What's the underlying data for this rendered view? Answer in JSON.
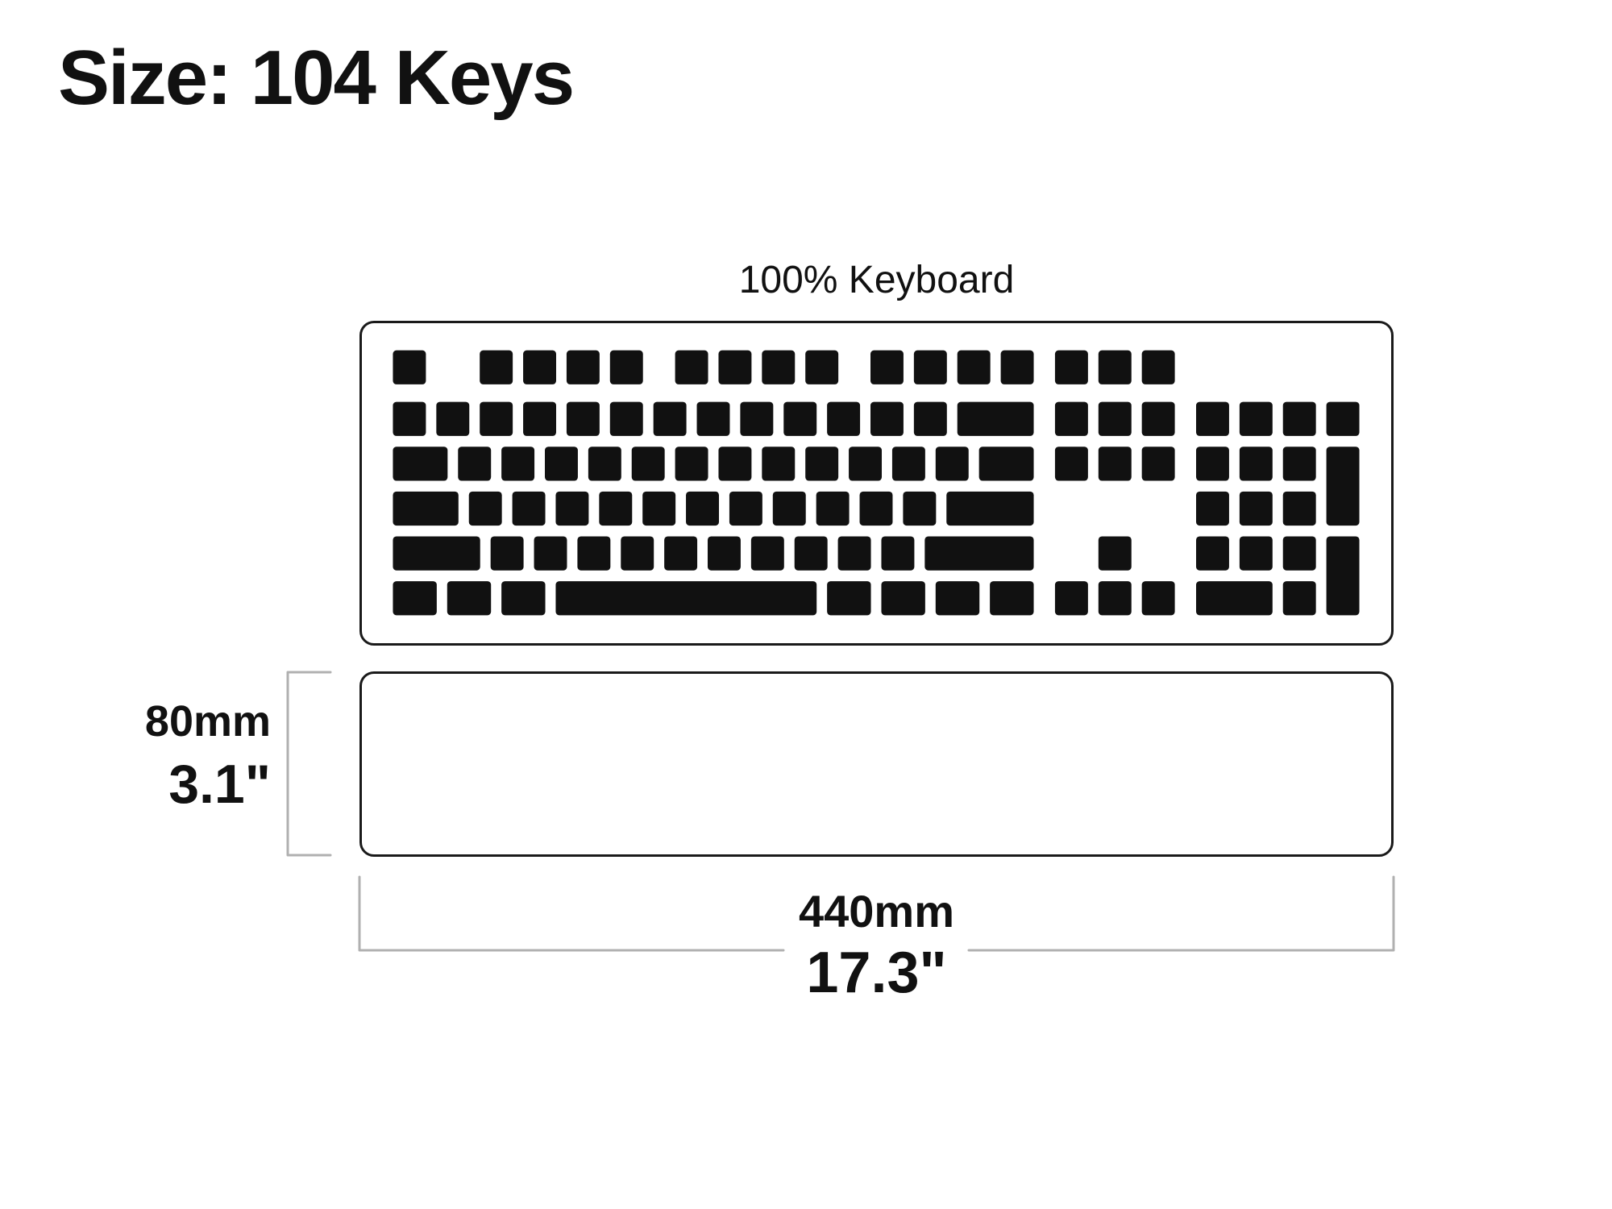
{
  "title": "Size: 104 Keys",
  "diagram": {
    "keyboard_label": "100% Keyboard",
    "keyboard_type": "100% full-size, 104 keys",
    "height": {
      "mm": "80mm",
      "inches": "3.1\""
    },
    "width": {
      "mm": "440mm",
      "inches": "17.3\""
    }
  },
  "colors": {
    "background": "#ffffff",
    "key_fill": "#111111",
    "case_border": "#1a1a1a",
    "bracket": "#b0b0b0",
    "text": "#111111"
  },
  "keyboard": {
    "total_units": 22.5,
    "total_row_units": 6.15,
    "key_inset": 0.12,
    "key_radius": 0.08,
    "rows": [
      {
        "y": 0,
        "keys": [
          [
            0,
            1
          ],
          [
            2,
            1
          ],
          [
            3,
            1
          ],
          [
            4,
            1
          ],
          [
            5,
            1
          ],
          [
            6.5,
            1
          ],
          [
            7.5,
            1
          ],
          [
            8.5,
            1
          ],
          [
            9.5,
            1
          ],
          [
            11,
            1
          ],
          [
            12,
            1
          ],
          [
            13,
            1
          ],
          [
            14,
            1
          ],
          [
            15.25,
            1
          ],
          [
            16.25,
            1
          ],
          [
            17.25,
            1
          ]
        ]
      },
      {
        "y": 1.15,
        "keys": [
          [
            0,
            1
          ],
          [
            1,
            1
          ],
          [
            2,
            1
          ],
          [
            3,
            1
          ],
          [
            4,
            1
          ],
          [
            5,
            1
          ],
          [
            6,
            1
          ],
          [
            7,
            1
          ],
          [
            8,
            1
          ],
          [
            9,
            1
          ],
          [
            10,
            1
          ],
          [
            11,
            1
          ],
          [
            12,
            1
          ],
          [
            13,
            2
          ],
          [
            15.25,
            1
          ],
          [
            16.25,
            1
          ],
          [
            17.25,
            1
          ],
          [
            18.5,
            1
          ],
          [
            19.5,
            1
          ],
          [
            20.5,
            1
          ],
          [
            21.5,
            1
          ]
        ]
      },
      {
        "y": 2.15,
        "keys": [
          [
            0,
            1.5
          ],
          [
            1.5,
            1
          ],
          [
            2.5,
            1
          ],
          [
            3.5,
            1
          ],
          [
            4.5,
            1
          ],
          [
            5.5,
            1
          ],
          [
            6.5,
            1
          ],
          [
            7.5,
            1
          ],
          [
            8.5,
            1
          ],
          [
            9.5,
            1
          ],
          [
            10.5,
            1
          ],
          [
            11.5,
            1
          ],
          [
            12.5,
            1
          ],
          [
            13.5,
            1.5
          ],
          [
            15.25,
            1
          ],
          [
            16.25,
            1
          ],
          [
            17.25,
            1
          ],
          [
            18.5,
            1
          ],
          [
            19.5,
            1
          ],
          [
            20.5,
            1
          ],
          [
            21.5,
            1,
            2
          ]
        ]
      },
      {
        "y": 3.15,
        "keys": [
          [
            0,
            1.75
          ],
          [
            1.75,
            1
          ],
          [
            2.75,
            1
          ],
          [
            3.75,
            1
          ],
          [
            4.75,
            1
          ],
          [
            5.75,
            1
          ],
          [
            6.75,
            1
          ],
          [
            7.75,
            1
          ],
          [
            8.75,
            1
          ],
          [
            9.75,
            1
          ],
          [
            10.75,
            1
          ],
          [
            11.75,
            1
          ],
          [
            12.75,
            2.25
          ],
          [
            18.5,
            1
          ],
          [
            19.5,
            1
          ],
          [
            20.5,
            1
          ]
        ]
      },
      {
        "y": 4.15,
        "keys": [
          [
            0,
            2.25
          ],
          [
            2.25,
            1
          ],
          [
            3.25,
            1
          ],
          [
            4.25,
            1
          ],
          [
            5.25,
            1
          ],
          [
            6.25,
            1
          ],
          [
            7.25,
            1
          ],
          [
            8.25,
            1
          ],
          [
            9.25,
            1
          ],
          [
            10.25,
            1
          ],
          [
            11.25,
            1
          ],
          [
            12.25,
            2.75
          ],
          [
            16.25,
            1
          ],
          [
            18.5,
            1
          ],
          [
            19.5,
            1
          ],
          [
            20.5,
            1
          ],
          [
            21.5,
            1,
            2
          ]
        ]
      },
      {
        "y": 5.15,
        "keys": [
          [
            0,
            1.25
          ],
          [
            1.25,
            1.25
          ],
          [
            2.5,
            1.25
          ],
          [
            3.75,
            6.25
          ],
          [
            10,
            1.25
          ],
          [
            11.25,
            1.25
          ],
          [
            12.5,
            1.25
          ],
          [
            13.75,
            1.25
          ],
          [
            15.25,
            1
          ],
          [
            16.25,
            1
          ],
          [
            17.25,
            1
          ],
          [
            18.5,
            2
          ],
          [
            20.5,
            1
          ]
        ]
      }
    ]
  }
}
